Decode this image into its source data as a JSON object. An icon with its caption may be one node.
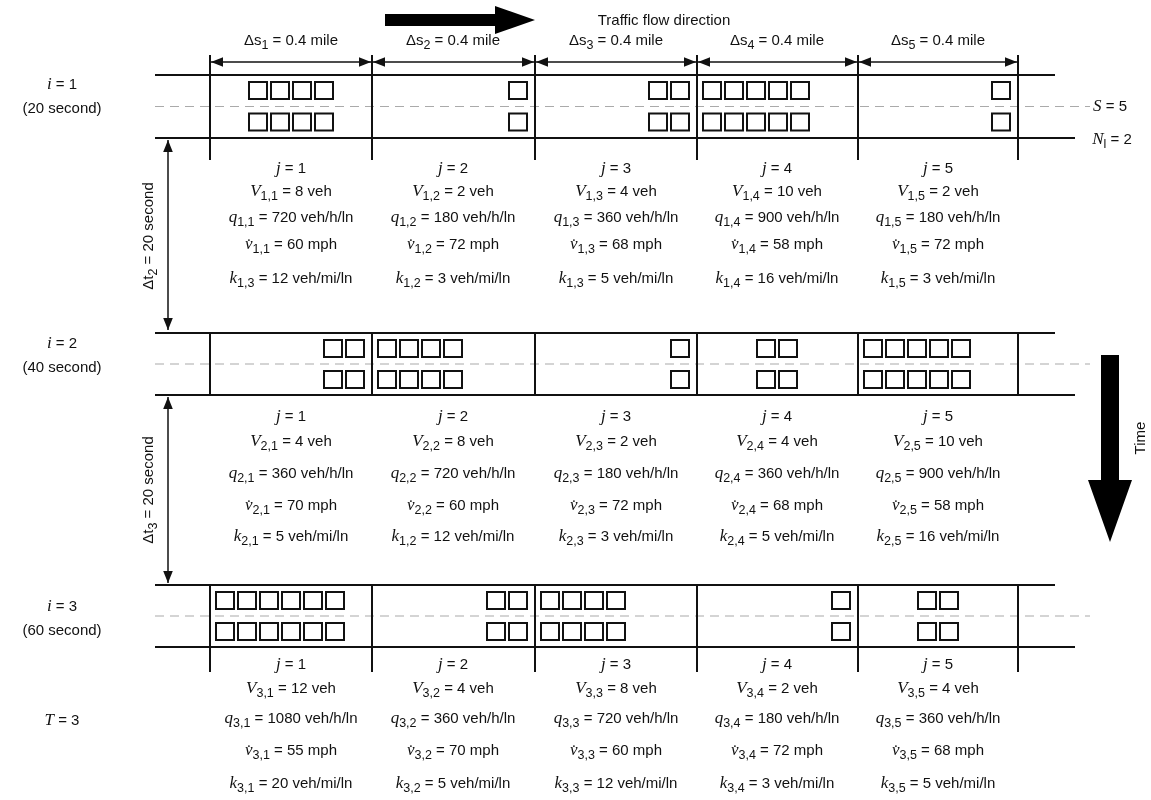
{
  "diagram": {
    "labels": [
      "Traffic flow direction",
      "Δs$_{1}$ = 0.4 mile",
      "Δs$_{2}$ = 0.4 mile",
      "Δs$_{3}$ = 0.4 mile",
      "Δs$_{4}$ = 0.4 mile",
      "Δs$_{5}$ = 0.4 mile",
      "*i* = 1",
      "(20 second)",
      "*S* = 5",
      "*N*$_{l}$ = 2",
      "*j* = 1",
      "*j* = 2",
      "*j* = 3",
      "*j* = 4",
      "*j* = 5",
      "*V*$_{1,1}$ = 8 veh",
      "*V*$_{1,2}$ = 2 veh",
      "*V*$_{1,3}$ = 4 veh",
      "*V*$_{1,4}$ = 10 veh",
      "*V*$_{1,5}$ = 2 veh",
      "*q*$_{1,1}$ = 720 veh/h/ln",
      "*q*$_{1,2}$ = 180 veh/h/ln",
      "*q*$_{1,3}$ = 360 veh/h/ln",
      "*q*$_{1,4}$ = 900 veh/h/ln",
      "*q*$_{1,5}$ = 180 veh/h/ln",
      "*v̇*$_{1,1}$ = 60 mph",
      "*v̇*$_{1,2}$ = 72 mph",
      "*v̇*$_{1,3}$ = 68 mph",
      "*v̇*$_{1,4}$ = 58 mph",
      "*v̇*$_{1,5}$ = 72 mph",
      "*k*$_{1,3}$ = 12 veh/mi/ln",
      "*k*$_{1,2}$ = 3 veh/mi/ln",
      "*k*$_{1,3}$ = 5 veh/mi/ln",
      "*k*$_{1,4}$ = 16 veh/mi/ln",
      "*k*$_{1,5}$ = 3 veh/mi/ln",
      "Δt$_{2}$ = 20 second",
      "*i* = 2",
      "(40 second)",
      "*j* = 1",
      "*j* = 2",
      "*j* = 3",
      "*j* = 4",
      "*j* = 5",
      "*V*$_{2,1}$ = 4 veh",
      "*V*$_{2,2}$ = 8 veh",
      "*V*$_{2,3}$ = 2 veh",
      "*V*$_{2,4}$ = 4 veh",
      "*V*$_{2,5}$ = 10 veh",
      "*q*$_{2,1}$ = 360 veh/h/ln",
      "*q*$_{2,2}$ = 720 veh/h/ln",
      "*q*$_{2,3}$ = 180 veh/h/ln",
      "*q*$_{2,4}$ = 360 veh/h/ln",
      "*q*$_{2,5}$ = 900 veh/h/ln",
      "*v̇*$_{2,1}$ = 70 mph",
      "*v̇*$_{2,2}$ = 60 mph",
      "*v̇*$_{2,3}$ = 72 mph",
      "*v̇*$_{2,4}$ = 68 mph",
      "*v̇*$_{2,5}$ = 58 mph",
      "*k*$_{2,1}$ = 5 veh/mi/ln",
      "*k*$_{1,2}$ = 12 veh/mi/ln",
      "*k*$_{2,3}$ = 3 veh/mi/ln",
      "*k*$_{2,4}$ = 5 veh/mi/ln",
      "*k*$_{2,5}$ = 16 veh/mi/ln",
      "Time",
      "Δt$_{3}$ = 20 second",
      "*i* = 3",
      "(60 second)",
      "*j* = 1",
      "*j* = 2",
      "*j* = 3",
      "*j* = 4",
      "*j* = 5",
      "*V*$_{3,1}$ = 12 veh",
      "*V*$_{3,2}$ = 4 veh",
      "*V*$_{3,3}$ = 8 veh",
      "*V*$_{3,4}$ = 2 veh",
      "*V*$_{3,5}$ = 4 veh",
      "*q*$_{3,1}$ = 1080 veh/h/ln",
      "*q*$_{3,2}$ = 360 veh/h/ln",
      "*q*$_{3,3}$ = 720 veh/h/ln",
      "*q*$_{3,4}$ = 180 veh/h/ln",
      "*q*$_{3,5}$ = 360 veh/h/ln",
      "*v̇*$_{3,1}$ = 55 mph",
      "*v̇*$_{3,2}$ = 70 mph",
      "*v̇*$_{3,3}$ = 60 mph",
      "*v̇*$_{3,4}$ = 72 mph",
      "*v̇*$_{3,5}$ = 68 mph",
      "*k*$_{3,1}$ = 20 veh/mi/ln",
      "*k*$_{3,2}$ = 5 veh/mi/ln",
      "*k*$_{3,3}$ = 12 veh/mi/ln",
      "*k*$_{3,4}$ = 3 veh/mi/ln",
      "*k*$_{3,5}$ = 5 veh/mi/ln",
      "*T* = 3"
    ]
  }
}
